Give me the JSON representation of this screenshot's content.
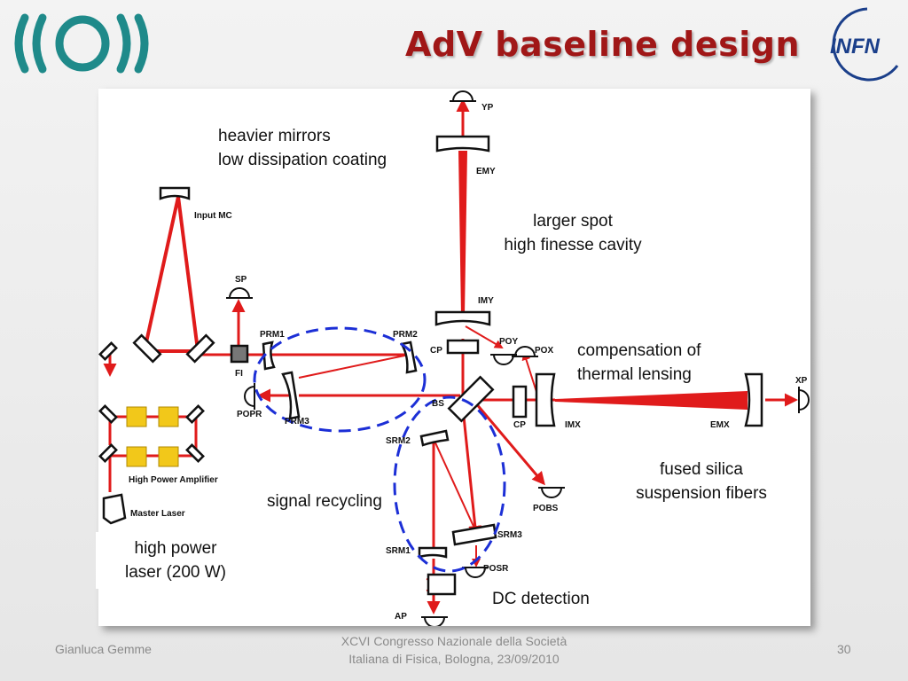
{
  "slide": {
    "title": "AdV baseline design",
    "logo_left": {
      "icon": "virgo-logo-icon",
      "color": "#1f8a8a"
    },
    "logo_right": {
      "icon": "infn-logo-icon",
      "text": "INFN",
      "color": "#1b3f8a"
    }
  },
  "diagram": {
    "beam_color": "#e01b1b",
    "recycling_color": "#1c2fd6",
    "labels": {
      "yp": "YP",
      "emy": "EMY",
      "input_mc": "Input MC",
      "sp": "SP",
      "imy": "IMY",
      "prm1": "PRM1",
      "prm2": "PRM2",
      "cp_top": "CP",
      "poy": "POY",
      "pox": "POX",
      "fi": "FI",
      "popr": "POPR",
      "prm3": "PRM3",
      "bs": "BS",
      "cp_side": "CP",
      "imx": "IMX",
      "emx": "EMX",
      "xp": "XP",
      "srm2": "SRM2",
      "hpa": "High Power Amplifier",
      "pobs": "POBS",
      "master_laser": "Master Laser",
      "srm3": "SRM3",
      "srm1": "SRM1",
      "posr": "POSR",
      "ap": "AP"
    }
  },
  "annotations": {
    "mirrors": "heavier mirrors\nlow dissipation coating",
    "spot": "larger spot\nhigh finesse cavity",
    "compensation": "compensation of\nthermal lensing",
    "fibers": "fused silica\nsuspension fibers",
    "signal_recycling": "signal recycling",
    "laser": "high power\nlaser (200 W)",
    "dc_detection": "DC detection"
  },
  "footer": {
    "author": "Gianluca Gemme",
    "conference": "XCVI Congresso Nazionale della Società\nItaliana di Fisica, Bologna, 23/09/2010",
    "page_number": "30"
  }
}
